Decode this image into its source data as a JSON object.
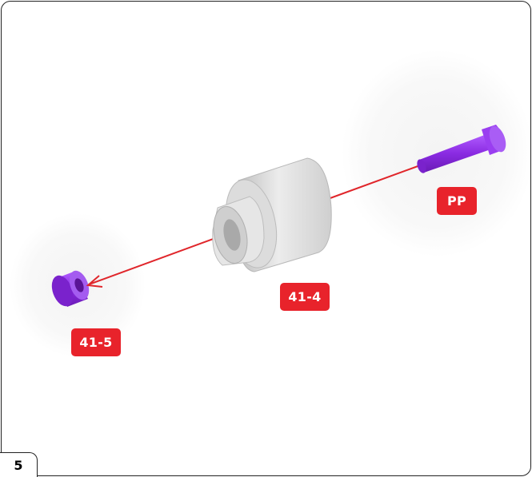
{
  "step_number": "5",
  "labels": {
    "pin": "PP",
    "housing": "41-4",
    "spacer": "41-5"
  },
  "colors": {
    "label_bg": "#e8232b",
    "arrow": "#e0262b",
    "purple_part": "#8a2be2",
    "grey_part": "#d6d6d6"
  }
}
